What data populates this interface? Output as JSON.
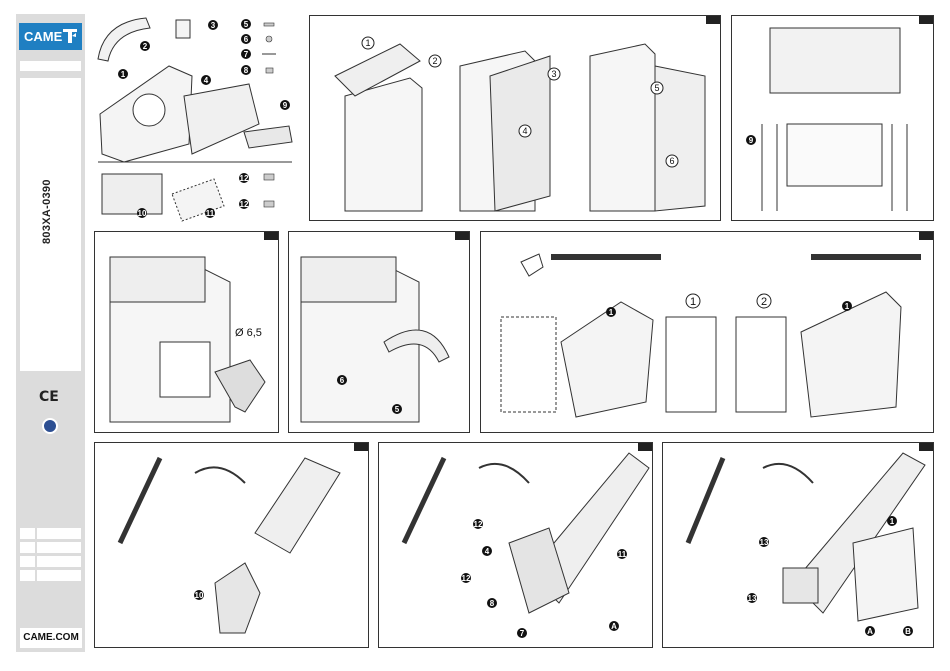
{
  "sidebar": {
    "brand": "CAME",
    "doc_code": "803XA-0390",
    "ce_mark": "CE",
    "website": "CAME.COM"
  },
  "parts_list": {
    "numbers": [
      "1",
      "2",
      "3",
      "4",
      "5",
      "6",
      "7",
      "8",
      "9",
      "10",
      "11",
      "12",
      "12"
    ]
  },
  "open_cabinet": {
    "steps": [
      "1",
      "2",
      "3",
      "4",
      "5",
      "6"
    ]
  },
  "template_panel": {
    "part": "9"
  },
  "drill_panel": {
    "drill_size": "Ø 6,5"
  },
  "fix_plate_panel": {
    "parts": [
      "6",
      "5"
    ]
  },
  "spring_panel": {
    "part": "1",
    "steps": [
      "1",
      "2"
    ]
  },
  "beam_insert_panel": {
    "part": "10"
  },
  "beam_cover_panel": {
    "parts": [
      "12",
      "4",
      "12",
      "8",
      "7",
      "11"
    ],
    "wire": "A"
  },
  "beam_mount_panel": {
    "parts": [
      "1",
      "13",
      "13"
    ],
    "wires": [
      "A",
      "B"
    ]
  },
  "colors": {
    "brand_blue": "#1f7fc2",
    "sidebar_grey": "#dcdcdc",
    "line": "#222222"
  }
}
